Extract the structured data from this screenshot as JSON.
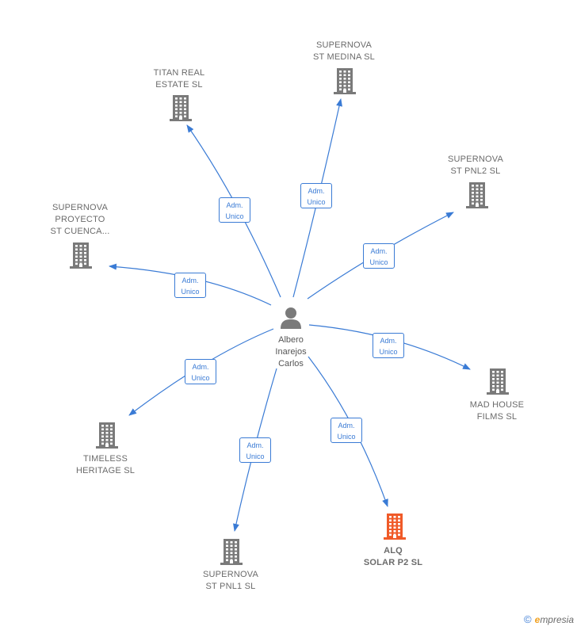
{
  "center": {
    "name_lines": [
      "Albero",
      "Inarejos",
      "Carlos"
    ]
  },
  "role_label": [
    "Adm.",
    "Unico"
  ],
  "companies": [
    {
      "id": "supernova-st-medina",
      "lines": [
        "SUPERNOVA",
        "ST MEDINA  SL"
      ],
      "highlight": false
    },
    {
      "id": "titan-real-estate",
      "lines": [
        "TITAN REAL",
        "ESTATE  SL"
      ],
      "highlight": false
    },
    {
      "id": "supernova-st-pnl2",
      "lines": [
        "SUPERNOVA",
        "ST PNL2  SL"
      ],
      "highlight": false
    },
    {
      "id": "supernova-proyecto-st-cuenca",
      "lines": [
        "SUPERNOVA",
        "PROYECTO",
        "ST CUENCA..."
      ],
      "highlight": false
    },
    {
      "id": "mad-house-films",
      "lines": [
        "MAD HOUSE",
        "FILMS  SL"
      ],
      "highlight": false
    },
    {
      "id": "timeless-heritage",
      "lines": [
        "TIMELESS",
        "HERITAGE  SL"
      ],
      "highlight": false
    },
    {
      "id": "alq-solar-p2",
      "lines": [
        "ALQ",
        "SOLAR P2  SL"
      ],
      "highlight": true
    },
    {
      "id": "supernova-st-pnl1",
      "lines": [
        "SUPERNOVA",
        "ST PNL1  SL"
      ],
      "highlight": false
    }
  ],
  "colors": {
    "edge": "#3a7bd5",
    "node": "#7a7a7a",
    "highlight_node": "#f05a28",
    "person": "#7a7a7a"
  },
  "icons": {
    "company": "building-icon",
    "person": "person-icon"
  },
  "brand": {
    "copyright": "©",
    "e": "e",
    "rest": "mpresia"
  }
}
